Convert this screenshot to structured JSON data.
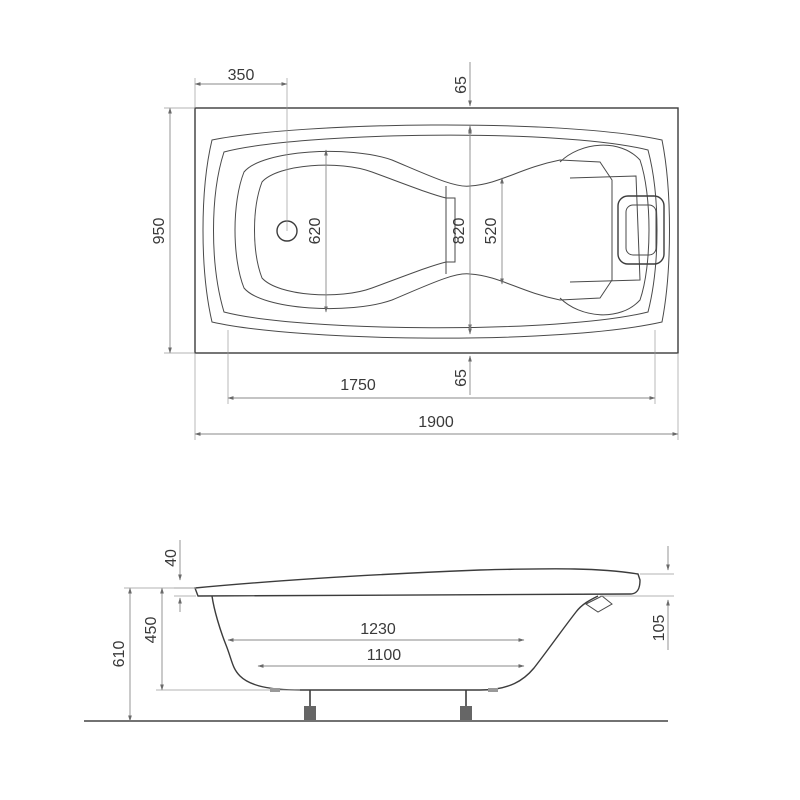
{
  "top_view": {
    "dims": {
      "overflow_offset": "350",
      "rim_top": "65",
      "rim_bottom": "65",
      "total_width": "950",
      "drain_basin_width": "620",
      "inner_width": "820",
      "back_width": "520",
      "inner_length": "1750",
      "total_length": "1900"
    }
  },
  "side_view": {
    "dims": {
      "rim_thickness": "40",
      "depth": "450",
      "total_height": "610",
      "top_length": "1230",
      "bottom_length": "1100",
      "headrest_rise": "105"
    }
  }
}
